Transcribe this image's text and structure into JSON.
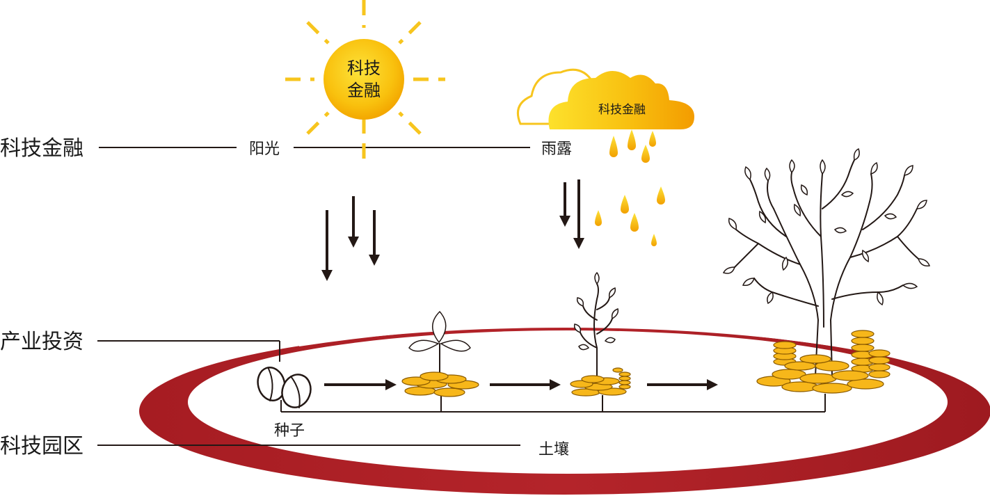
{
  "left_labels": {
    "tech_finance": "科技金融",
    "industrial_investment": "产业投资",
    "tech_park": "科技园区"
  },
  "sun": {
    "line1": "科技",
    "line2": "金融",
    "caption": "阳光"
  },
  "cloud": {
    "label": "科技金融",
    "caption": "雨露"
  },
  "ground": {
    "seed_label": "种子",
    "soil_label": "土壤"
  },
  "colors": {
    "ring_red": "#b01f24",
    "sun_yellow": "#fbd20a",
    "sun_orange": "#f5a000",
    "coin_gold": "#f7b71a",
    "line_dark": "#231815"
  },
  "icons": [
    "sun-icon",
    "cloud-icon",
    "raindrop-icon",
    "seed-icon",
    "sprout-icon",
    "sapling-icon",
    "tree-icon",
    "coin-stack-icon"
  ]
}
